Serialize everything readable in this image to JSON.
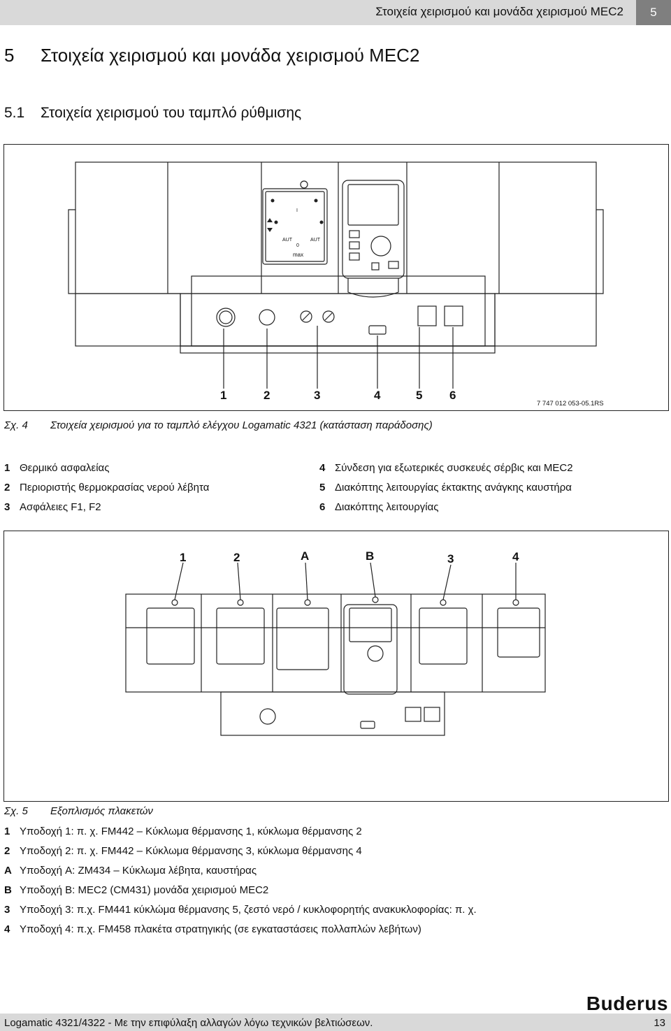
{
  "header": {
    "title": "Στοιχεία χειρισμού και μονάδα χειρισμού MEC2",
    "page_tab": "5"
  },
  "heading1": {
    "number": "5",
    "text": "Στοιχεία χειρισμού και μονάδα χειρισμού MEC2"
  },
  "heading2": {
    "number": "5.1",
    "text": "Στοιχεία χειρισμού του ταμπλό ρύθμισης"
  },
  "figure4": {
    "callouts": [
      "1",
      "2",
      "3",
      "4",
      "5",
      "6"
    ],
    "code": "7 747 012 053-05.1RS",
    "caption_num": "Σχ. 4",
    "caption": "Στοιχεία χειρισμού για το ταμπλό ελέγχου Logamatic 4321 (κατάσταση παράδοσης)",
    "legend": [
      {
        "n": "1",
        "t": "Θερμικό ασφαλείας"
      },
      {
        "n": "2",
        "t": "Περιοριστής θερμοκρασίας νερού λέβητα"
      },
      {
        "n": "3",
        "t": "Ασφάλειες F1, F2"
      },
      {
        "n": "4",
        "t": "Σύνδεση για εξωτερικές συσκευές σέρβις και MEC2"
      },
      {
        "n": "5",
        "t": "Διακόπτης λειτουργίας έκτακτης ανάγκης καυστήρα"
      },
      {
        "n": "6",
        "t": "Διακόπτης λειτουργίας"
      }
    ],
    "panel_labels": {
      "aut": "AUT",
      "max": "max",
      "one": "I",
      "zero": "0"
    }
  },
  "figure5": {
    "callouts": [
      "1",
      "2",
      "A",
      "B",
      "3",
      "4"
    ],
    "caption_num": "Σχ. 5",
    "caption": "Εξοπλισμός πλακετών",
    "legend": [
      {
        "n": "1",
        "t": "Υποδοχή 1: π. χ. FM442 – Κύκλωμα θέρμανσης 1, κύκλωμα θέρμανσης 2"
      },
      {
        "n": "2",
        "t": "Υποδοχή 2: π. χ. FM442 – Κύκλωμα θέρμανσης 3, κύκλωμα θέρμανσης 4"
      },
      {
        "n": "A",
        "t": "Υποδοχή A: ZM434 – Κύκλωμα λέβητα, καυστήρας"
      },
      {
        "n": "B",
        "t": "Υποδοχή B: MEC2 (CM431) μονάδα χειρισμού MEC2"
      },
      {
        "n": "3",
        "t": "Υποδοχή 3: π.χ. FM441 κύκλώμα θέρμανσης 5, ζεστό νερό / κυκλοφορητής ανακυκλοφορίας: π. χ."
      },
      {
        "n": "4",
        "t": "Υποδοχή 4: π.χ. FM458 πλακέτα στρατηγικής (σε εγκαταστάσεις πολλαπλών λεβήτων)"
      }
    ]
  },
  "footer": {
    "left": "Logamatic 4321/4322 - Με την επιφύλαξη αλλαγών λόγω τεχνικών βελτιώσεων.",
    "page": "13",
    "logo": "Buderus"
  }
}
